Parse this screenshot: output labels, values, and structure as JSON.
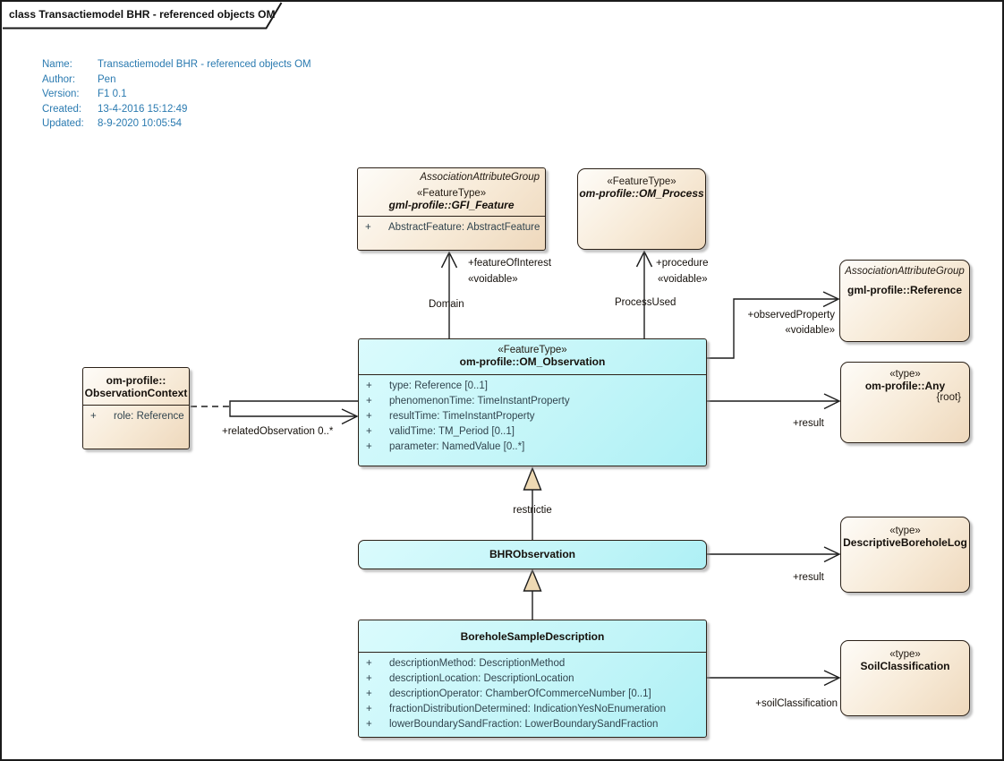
{
  "tab": {
    "title": "class Transactiemodel BHR - referenced objects OM"
  },
  "metadata": {
    "name_label": "Name:",
    "name": "Transactiemodel BHR - referenced objects OM",
    "author_label": "Author:",
    "author": "Pen",
    "version_label": "Version:",
    "version": "F1 0.1",
    "created_label": "Created:",
    "created": "13-4-2016 15:12:49",
    "updated_label": "Updated:",
    "updated": "8-9-2020 10:05:54"
  },
  "colors": {
    "metadata_text": "#2a7ab0",
    "cream_fill": "#f3e4cb",
    "cyan_fill": "#c7f7fa",
    "generalization_arrow_fill": "#eed9b3",
    "border": "#2b2118"
  },
  "classes": {
    "gfi_feature": {
      "group": "AssociationAttributeGroup",
      "stereotype": "«FeatureType»",
      "name": "gml-profile::GFI_Feature",
      "attributes": [
        {
          "vis": "+",
          "text": "AbstractFeature: AbstractFeature"
        }
      ]
    },
    "om_process": {
      "stereotype": "«FeatureType»",
      "name": "om-profile::OM_Process"
    },
    "reference": {
      "group": "AssociationAttributeGroup",
      "name": "gml-profile::Reference"
    },
    "om_observation": {
      "stereotype": "«FeatureType»",
      "name": "om-profile::OM_Observation",
      "attributes": [
        {
          "vis": "+",
          "text": "type: Reference [0..1]"
        },
        {
          "vis": "+",
          "text": "phenomenonTime: TimeInstantProperty"
        },
        {
          "vis": "+",
          "text": "resultTime: TimeInstantProperty"
        },
        {
          "vis": "+",
          "text": "validTime: TM_Period [0..1]"
        },
        {
          "vis": "+",
          "text": "parameter: NamedValue [0..*]"
        }
      ]
    },
    "observation_context": {
      "name_line1": "om-profile::",
      "name_line2": "ObservationContext",
      "attributes": [
        {
          "vis": "+",
          "text": "role: Reference"
        }
      ]
    },
    "any": {
      "stereotype": "«type»",
      "name": "om-profile::Any",
      "constraint": "{root}"
    },
    "bhr_observation": {
      "name": "BHRObservation"
    },
    "descriptive_borehole_log": {
      "stereotype": "«type»",
      "name": "DescriptiveBoreholeLog"
    },
    "borehole_sample_description": {
      "name": "BoreholeSampleDescription",
      "attributes": [
        {
          "vis": "+",
          "text": "descriptionMethod: DescriptionMethod"
        },
        {
          "vis": "+",
          "text": "descriptionLocation: DescriptionLocation"
        },
        {
          "vis": "+",
          "text": "descriptionOperator: ChamberOfCommerceNumber [0..1]"
        },
        {
          "vis": "+",
          "text": "fractionDistributionDetermined: IndicationYesNoEnumeration"
        },
        {
          "vis": "+",
          "text": "lowerBoundarySandFraction: LowerBoundarySandFraction"
        }
      ]
    },
    "soil_classification": {
      "stereotype": "«type»",
      "name": "SoilClassification"
    }
  },
  "connector_labels": {
    "feature_of_interest": "+featureOfInterest",
    "feature_of_interest_stereotype": "«voidable»",
    "domain": "Domain",
    "procedure": "+procedure",
    "procedure_stereotype": "«voidable»",
    "process_used": "ProcessUsed",
    "observed_property": "+observedProperty",
    "observed_property_stereotype": "«voidable»",
    "result_any": "+result",
    "related_observation": "+relatedObservation 0..*",
    "restrictie": "restrictie",
    "result_log": "+result",
    "soil_classification": "+soilClassification"
  }
}
